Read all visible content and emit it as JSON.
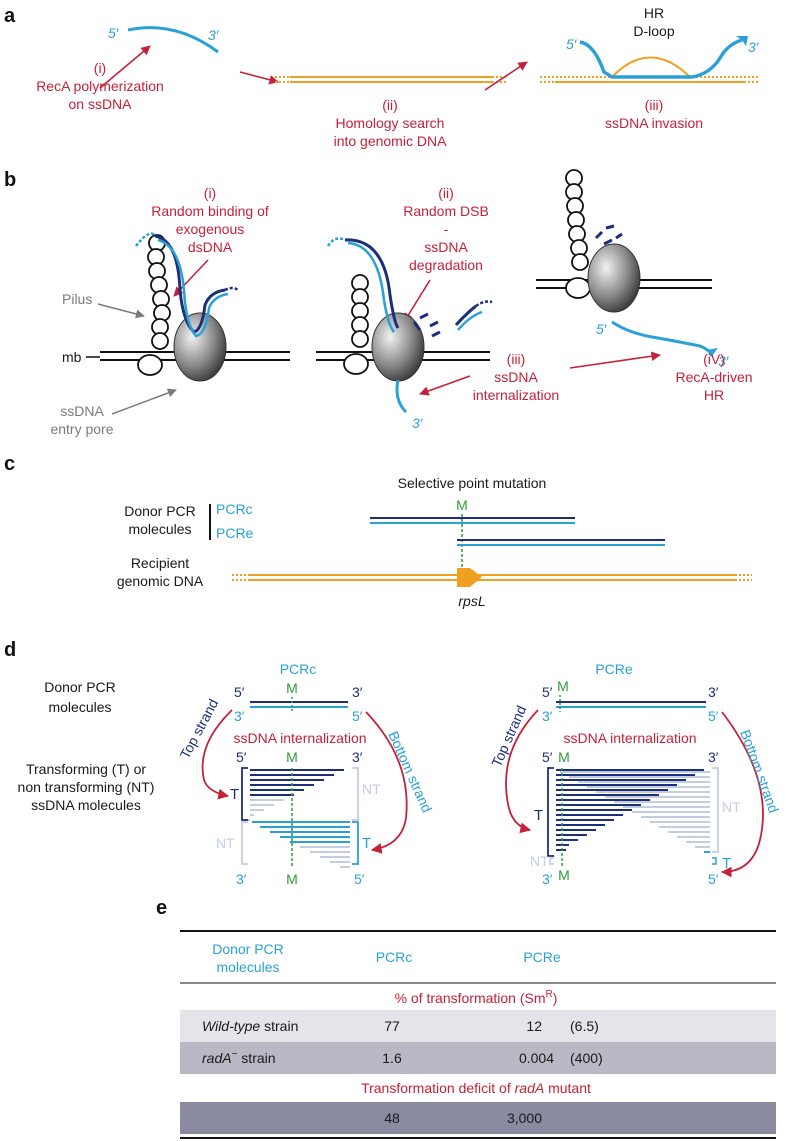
{
  "panels": {
    "a": {
      "letter": "a",
      "five_prime": "5′",
      "three_prime": "3′",
      "step1_num": "(i)",
      "step1_l1": "RecA polymerization",
      "step1_l2": "on ssDNA",
      "step2_num": "(ii)",
      "step2_l1": "Homology search",
      "step2_l2": "into genomic DNA",
      "step3_num": "(iii)",
      "step3_l1": "ssDNA invasion",
      "hr": "HR",
      "dloop": "D-loop"
    },
    "b": {
      "letter": "b",
      "s1_num": "(i)",
      "s1_l1": "Random binding of",
      "s1_l2": "exogenous",
      "s1_l3": "dsDNA",
      "s2_num": "(ii)",
      "s2_l1": "Random DSB",
      "s2_l2": "-",
      "s2_l3": "ssDNA",
      "s2_l4": "degradation",
      "pilus": "Pilus",
      "mb": "mb",
      "pore_l1": "ssDNA",
      "pore_l2": "entry pore",
      "s3_num": "(iii)",
      "s3_l1": "ssDNA",
      "s3_l2": "internalization",
      "s4_num": "(iV)",
      "s4_l1": "RecA-driven",
      "s4_l2": "HR",
      "three_prime": "3′",
      "five_prime": "5′"
    },
    "c": {
      "letter": "c",
      "title": "Selective point mutation",
      "donor_l1": "Donor PCR",
      "donor_l2": "molecules",
      "pcrc": "PCRc",
      "pcre": "PCRe",
      "mark": "M",
      "recip_l1": "Recipient",
      "recip_l2": "genomic DNA",
      "gene": "rpsL"
    },
    "d": {
      "letter": "d",
      "donor_l1": "Donor PCR",
      "donor_l2": "molecules",
      "trans_l1": "Transforming (T) or",
      "trans_l2": "non transforming (NT)",
      "trans_l3": "ssDNA molecules",
      "pcrc": "PCRc",
      "pcre": "PCRe",
      "mark": "M",
      "five_prime": "5′",
      "three_prime": "3′",
      "internalization": "ssDNA internalization",
      "top_strand": "Top strand",
      "bottom_strand": "Bottom strand",
      "t": "T",
      "nt": "NT"
    },
    "e": {
      "letter": "e",
      "header_l1": "Donor PCR",
      "header_l2": "molecules",
      "col1": "PCRc",
      "col2": "PCRe",
      "subtitle": "% of transformation (Sm",
      "subtitle_sup": "R",
      "subtitle_end": ")",
      "rows": [
        {
          "label": "Wild-type",
          "label_rest": " strain",
          "v1": "77",
          "v2": "12",
          "v3": "(6.5)"
        },
        {
          "label": "radA",
          "label_sup": "−",
          "label_rest": " strain",
          "v1": "1.6",
          "v2": "0.004",
          "v3": "(400)"
        }
      ],
      "deficit_pre": "Transformation deficit of ",
      "deficit_it": "radA",
      "deficit_post": " mutant",
      "deficit_v1": "48",
      "deficit_v2": "3,000"
    }
  },
  "colors": {
    "red": "#c4213a",
    "cyan": "#2aa1d6",
    "navy": "#1d2f7a",
    "orange": "#f0a020",
    "green": "#2f9a3a",
    "row_light": "#e4e4ea",
    "row_mid": "#b9b9c6",
    "row_dark": "#8a8aa0"
  }
}
